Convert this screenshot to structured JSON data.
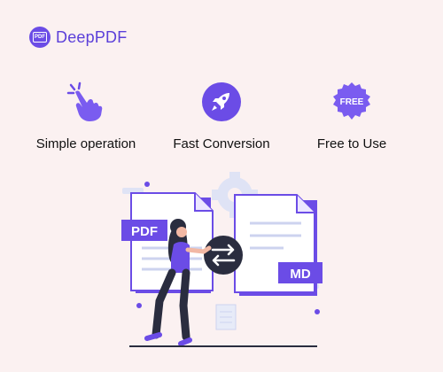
{
  "brand": {
    "name": "DeepPDF",
    "logo_icon": "pdf-document-icon",
    "accent": "#6b4ce6"
  },
  "features": [
    {
      "label": "Simple operation",
      "icon": "hand-tap-icon"
    },
    {
      "label": "Fast Conversion",
      "icon": "rocket-icon"
    },
    {
      "label": "Free to Use",
      "icon": "free-badge-icon",
      "badge_text": "FREE"
    }
  ],
  "illustration": {
    "source_label": "PDF",
    "target_label": "MD",
    "convert_icon": "swap-arrows-icon",
    "logo_badge_text": "PDF"
  }
}
